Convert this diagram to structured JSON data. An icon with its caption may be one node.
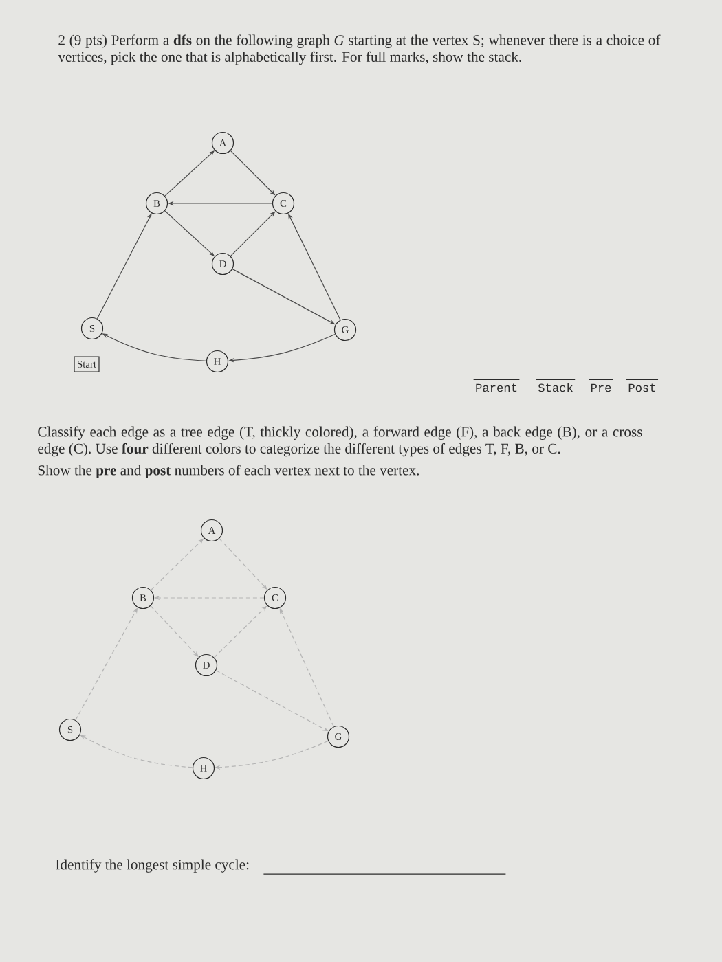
{
  "diagram": {
    "nodes": [
      {
        "text": [
          "A"
        ]
      },
      {
        "text": [
          "B"
        ]
      },
      {
        "text": [
          "C"
        ]
      },
      {
        "text": [
          "D"
        ]
      },
      {
        "text": [
          "S"
        ]
      },
      {
        "text": [
          "G"
        ]
      },
      {
        "text": [
          "Start"
        ]
      },
      {
        "text": [
          "H"
        ]
      },
      {
        "text": [
          "A"
        ]
      },
      {
        "text": [
          "B"
        ]
      },
      {
        "text": [
          "C"
        ]
      },
      {
        "text": [
          "D"
        ]
      },
      {
        "text": [
          "S"
        ]
      },
      {
        "text": [
          "G"
        ]
      },
      {
        "text": [
          "H"
        ]
      }
    ],
    "edges": [
      {
        "from": 4,
        "to": 1,
        "arrow": "to"
      },
      {
        "from": 1,
        "to": 0,
        "arrow": "to"
      },
      {
        "from": 0,
        "to": 2,
        "arrow": "to"
      },
      {
        "from": 2,
        "to": 1,
        "arrow": "to"
      },
      {
        "from": 1,
        "to": 3,
        "arrow": "to"
      },
      {
        "from": 3,
        "to": 2,
        "arrow": "to"
      },
      {
        "from": 3,
        "to": 5,
        "arrow": "to"
      },
      {
        "from": 5,
        "to": 2,
        "arrow": "to"
      },
      {
        "from": 5,
        "to": 7,
        "arrow": "to"
      },
      {
        "from": 7,
        "to": 4,
        "arrow": "to"
      },
      {
        "from": 12,
        "to": 9,
        "arrow": "to",
        "style": "dashed",
        "color": "#b4b4b4"
      },
      {
        "from": 9,
        "to": 8,
        "arrow": "to",
        "style": "dashed",
        "color": "#b4b4b4"
      },
      {
        "from": 8,
        "to": 10,
        "arrow": "to",
        "style": "dashed",
        "color": "#b4b4b4"
      },
      {
        "from": 10,
        "to": 9,
        "arrow": "to",
        "style": "dashed",
        "color": "#b4b4b4"
      },
      {
        "from": 9,
        "to": 11,
        "arrow": "to",
        "style": "dashed",
        "color": "#b4b4b4"
      },
      {
        "from": 11,
        "to": 10,
        "arrow": "to",
        "style": "dashed",
        "color": "#b4b4b4"
      },
      {
        "from": 11,
        "to": 13,
        "arrow": "to",
        "style": "dashed",
        "color": "#b4b4b4"
      },
      {
        "from": 13,
        "to": 10,
        "arrow": "to",
        "style": "dashed",
        "color": "#b4b4b4"
      },
      {
        "from": 13,
        "to": 14,
        "arrow": "to",
        "style": "dashed",
        "color": "#b4b4b4"
      },
      {
        "from": 14,
        "to": 12,
        "arrow": "to",
        "style": "dashed",
        "color": "#b4b4b4"
      }
    ],
    "labels": [
      "2 (9 pts) Perform a **dfs** on the following graph *G* starting at the vertex S; whenever there is a choice of vertices, pick the one that is alphabetically first. For full marks, show the stack.",
      "Parent",
      "Stack",
      "Pre",
      "Post",
      "Classify each edge as a tree edge (T, thickly colored), a forward edge (F), a back edge (B), or a cross edge (C). Use **four** different colors to categorize the different types of edges T, F, B, or C.",
      "Show the **pre** and **post** numbers of each vertex next to the vertex.",
      "Identify the longest simple cycle:"
    ]
  }
}
